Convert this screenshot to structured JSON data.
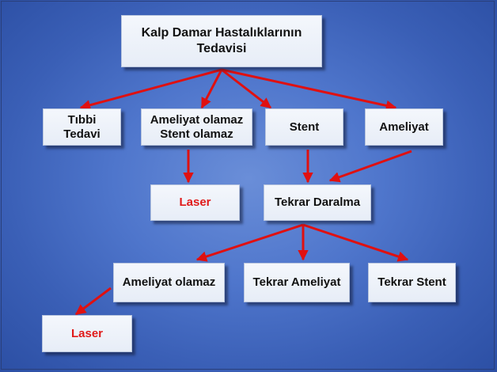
{
  "title": "Kalp Damar Hastalıklarının\nTedavisi",
  "level1": {
    "tibbi": "Tıbbi\nTedavi",
    "ameliyat_olamaz_stent": "Ameliyat olamaz\nStent olamaz",
    "stent": "Stent",
    "ameliyat": "Ameliyat"
  },
  "level2": {
    "laser": "Laser",
    "tekrar_daralma": "Tekrar Daralma"
  },
  "level3": {
    "ameliyat_olamaz": "Ameliyat olamaz",
    "tekrar_ameliyat": "Tekrar Ameliyat",
    "tekrar_stent": "Tekrar Stent"
  },
  "level4": {
    "laser": "Laser"
  },
  "colors": {
    "arrow": "#e01010",
    "laser_text": "#e01a1a",
    "node_text": "#111111"
  }
}
